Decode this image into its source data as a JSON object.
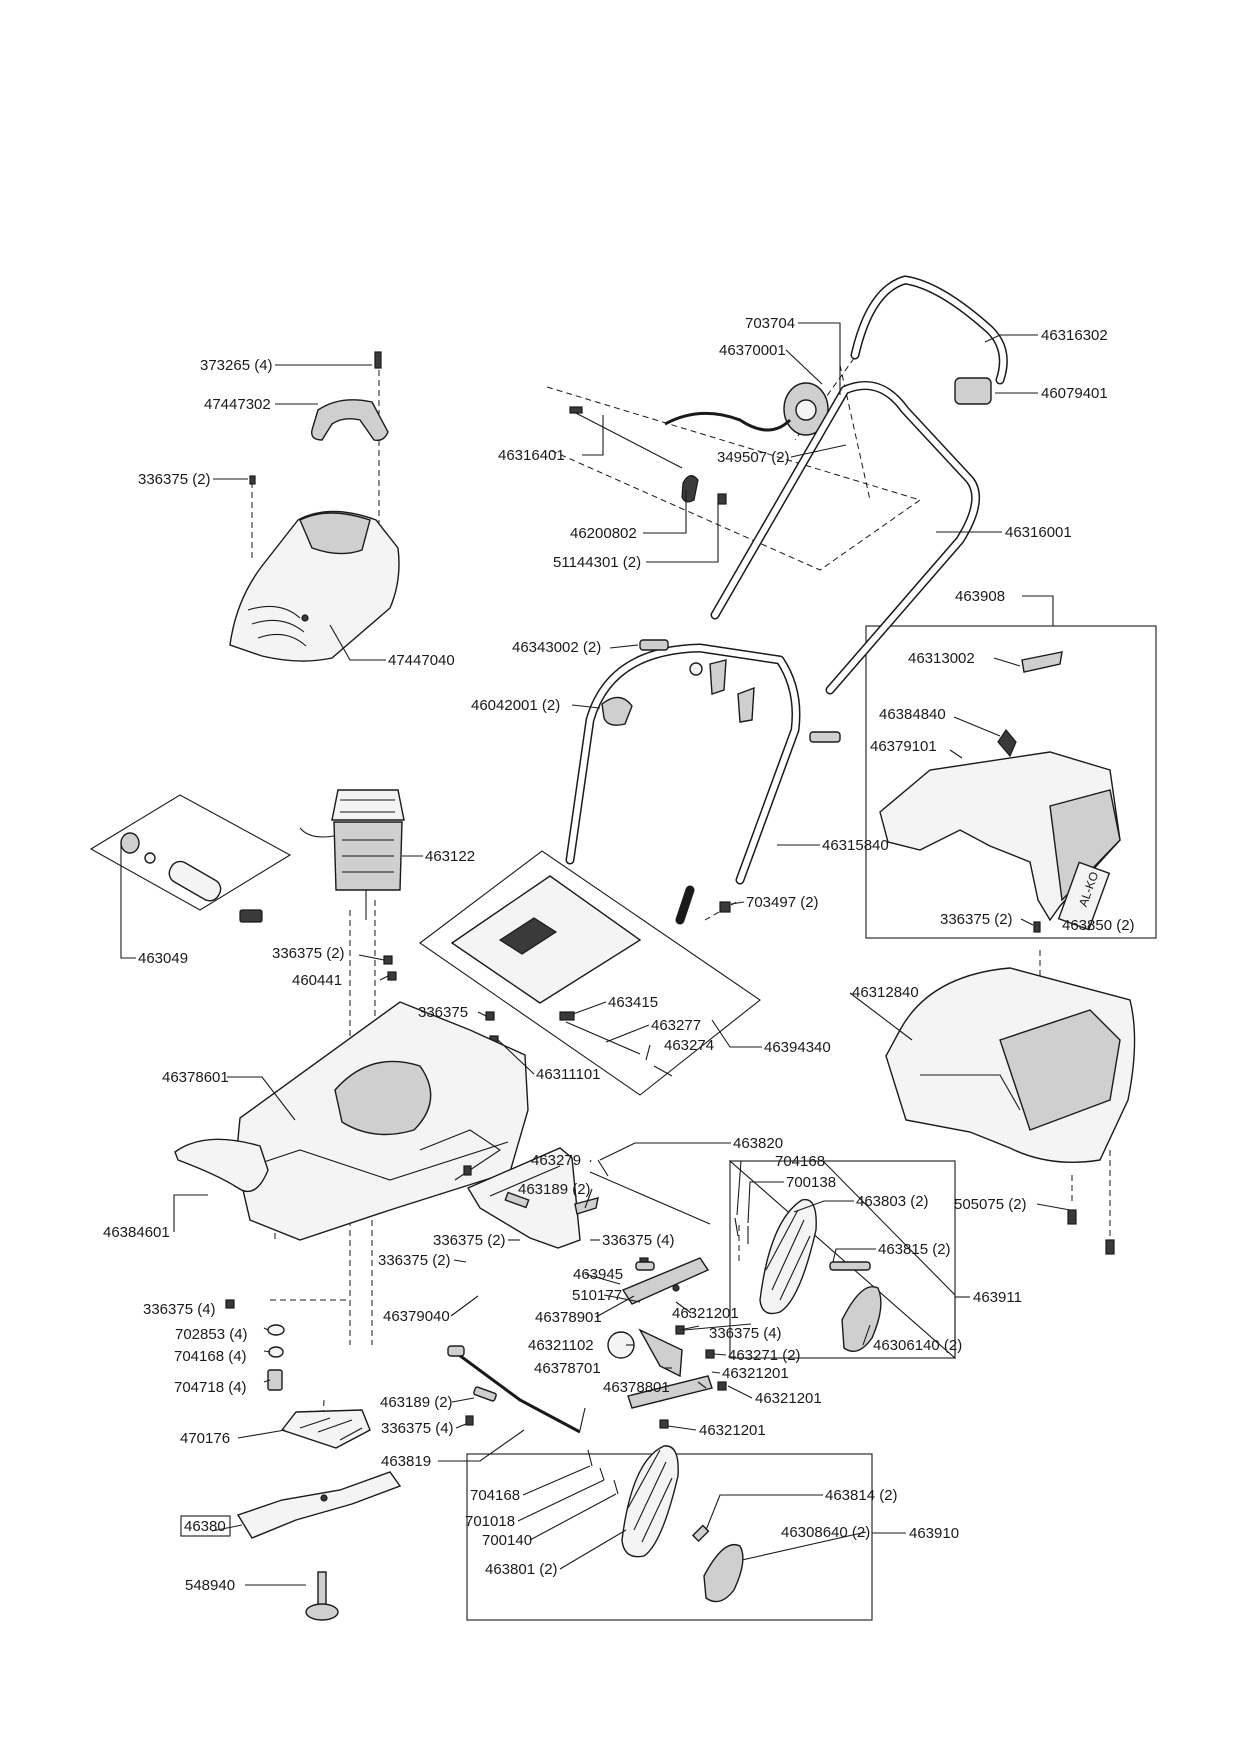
{
  "diagram": {
    "labels": {
      "l_373265": "373265 (4)",
      "l_47447302": "47447302",
      "l_336375_top": "336375 (2)",
      "l_47447040": "47447040",
      "l_703704": "703704",
      "l_46370001": "46370001",
      "l_46316302": "46316302",
      "l_46079401": "46079401",
      "l_46316401": "46316401",
      "l_349507": "349507 (2)",
      "l_46200802": "46200802",
      "l_51144301": "51144301 (2)",
      "l_46316001": "46316001",
      "l_463908": "463908",
      "l_46313002": "46313002",
      "l_46384840": "46384840",
      "l_46379101": "46379101",
      "l_46343002": "46343002 (2)",
      "l_46042001": "46042001 (2)",
      "l_46315840": "46315840",
      "l_703497": "703497 (2)",
      "l_336375_grass": "336375 (2)",
      "l_463850": "463850 (2)",
      "l_463122": "463122",
      "l_463049": "463049",
      "l_336375_motor": "336375 (2)",
      "l_460441": "460441",
      "l_336375_single": "336375",
      "l_463415": "463415",
      "l_463277": "463277",
      "l_463274": "463274",
      "l_46311101": "46311101",
      "l_46394340": "46394340",
      "l_46312840": "46312840",
      "l_46378601": "46378601",
      "l_463820": "463820",
      "l_463279": "463279",
      "l_704168_a": "704168",
      "l_700138": "700138",
      "l_463189_a": "463189 (2)",
      "l_463803": "463803 (2)",
      "l_505075": "505075 (2)",
      "l_46384601": "46384601",
      "l_336375_base": "336375 (2)",
      "l_336375_x4a": "336375 (4)",
      "l_463815": "463815 (2)",
      "l_336375_guard": "336375 (2)",
      "l_463945": "463945",
      "l_510177": "510177",
      "l_463911": "463911",
      "l_336375_x4b": "336375 (4)",
      "l_46379040": "46379040",
      "l_46378901": "46378901",
      "l_46321201_a": "46321201",
      "l_46306140": "46306140 (2)",
      "l_702853": "702853 (4)",
      "l_336375_x4c": "336375 (4)",
      "l_704168_b": "704168 (4)",
      "l_46321102": "46321102",
      "l_463271": "463271 (2)",
      "l_704718": "704718 (4)",
      "l_46378701": "46378701",
      "l_46321201_b": "46321201",
      "l_46378801": "46378801",
      "l_46321201_c": "46321201",
      "l_463189_b": "463189 (2)",
      "l_470176": "470176",
      "l_336375_x4d": "336375 (4)",
      "l_46321201_d": "46321201",
      "l_463819": "463819",
      "l_704168_c": "704168",
      "l_463814": "463814 (2)",
      "l_46380": "46380",
      "l_701018": "701018",
      "l_46308640": "46308640 (2)",
      "l_463910": "463910",
      "l_700140": "700140",
      "l_463801": "463801 (2)",
      "l_548940": "548940",
      "l_alko": "AL-KO"
    }
  }
}
